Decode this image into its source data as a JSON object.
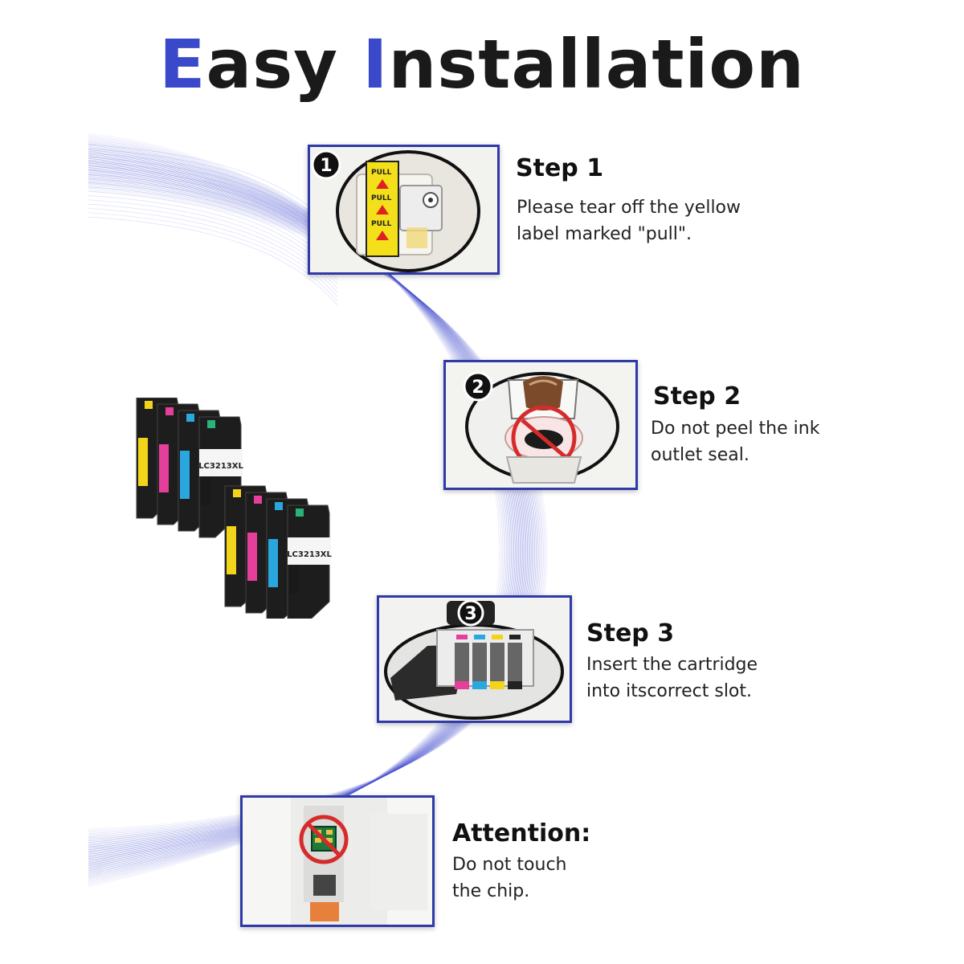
{
  "title": {
    "first_letter": "E",
    "first_rest": "asy ",
    "second_letter": "I",
    "second_rest": "nstallation"
  },
  "colors": {
    "accent": "#3a49c9",
    "frame_border": "#2f3aa8",
    "swoosh": "#4a54d0"
  },
  "steps": [
    {
      "heading": "Step 1",
      "body": "Please tear off the  yellow\nlabel marked \"pull\".",
      "badge": "1",
      "icon": "pull-label-icon",
      "tag_text": "PULL"
    },
    {
      "heading": "Step 2",
      "body": "Do not peel the ink\noutlet seal.",
      "badge": "2",
      "icon": "ink-outlet-seal-icon"
    },
    {
      "heading": "Step 3",
      "body": "Insert the cartridge\ninto itscorrect slot.",
      "badge": "3",
      "icon": "cartridge-slot-icon"
    },
    {
      "heading": "Attention:",
      "body": "Do not touch\nthe chip.",
      "icon": "chip-warning-icon"
    }
  ],
  "cartridges": {
    "icon": "ink-cartridge-set-icon",
    "label": "LC3213XL"
  }
}
